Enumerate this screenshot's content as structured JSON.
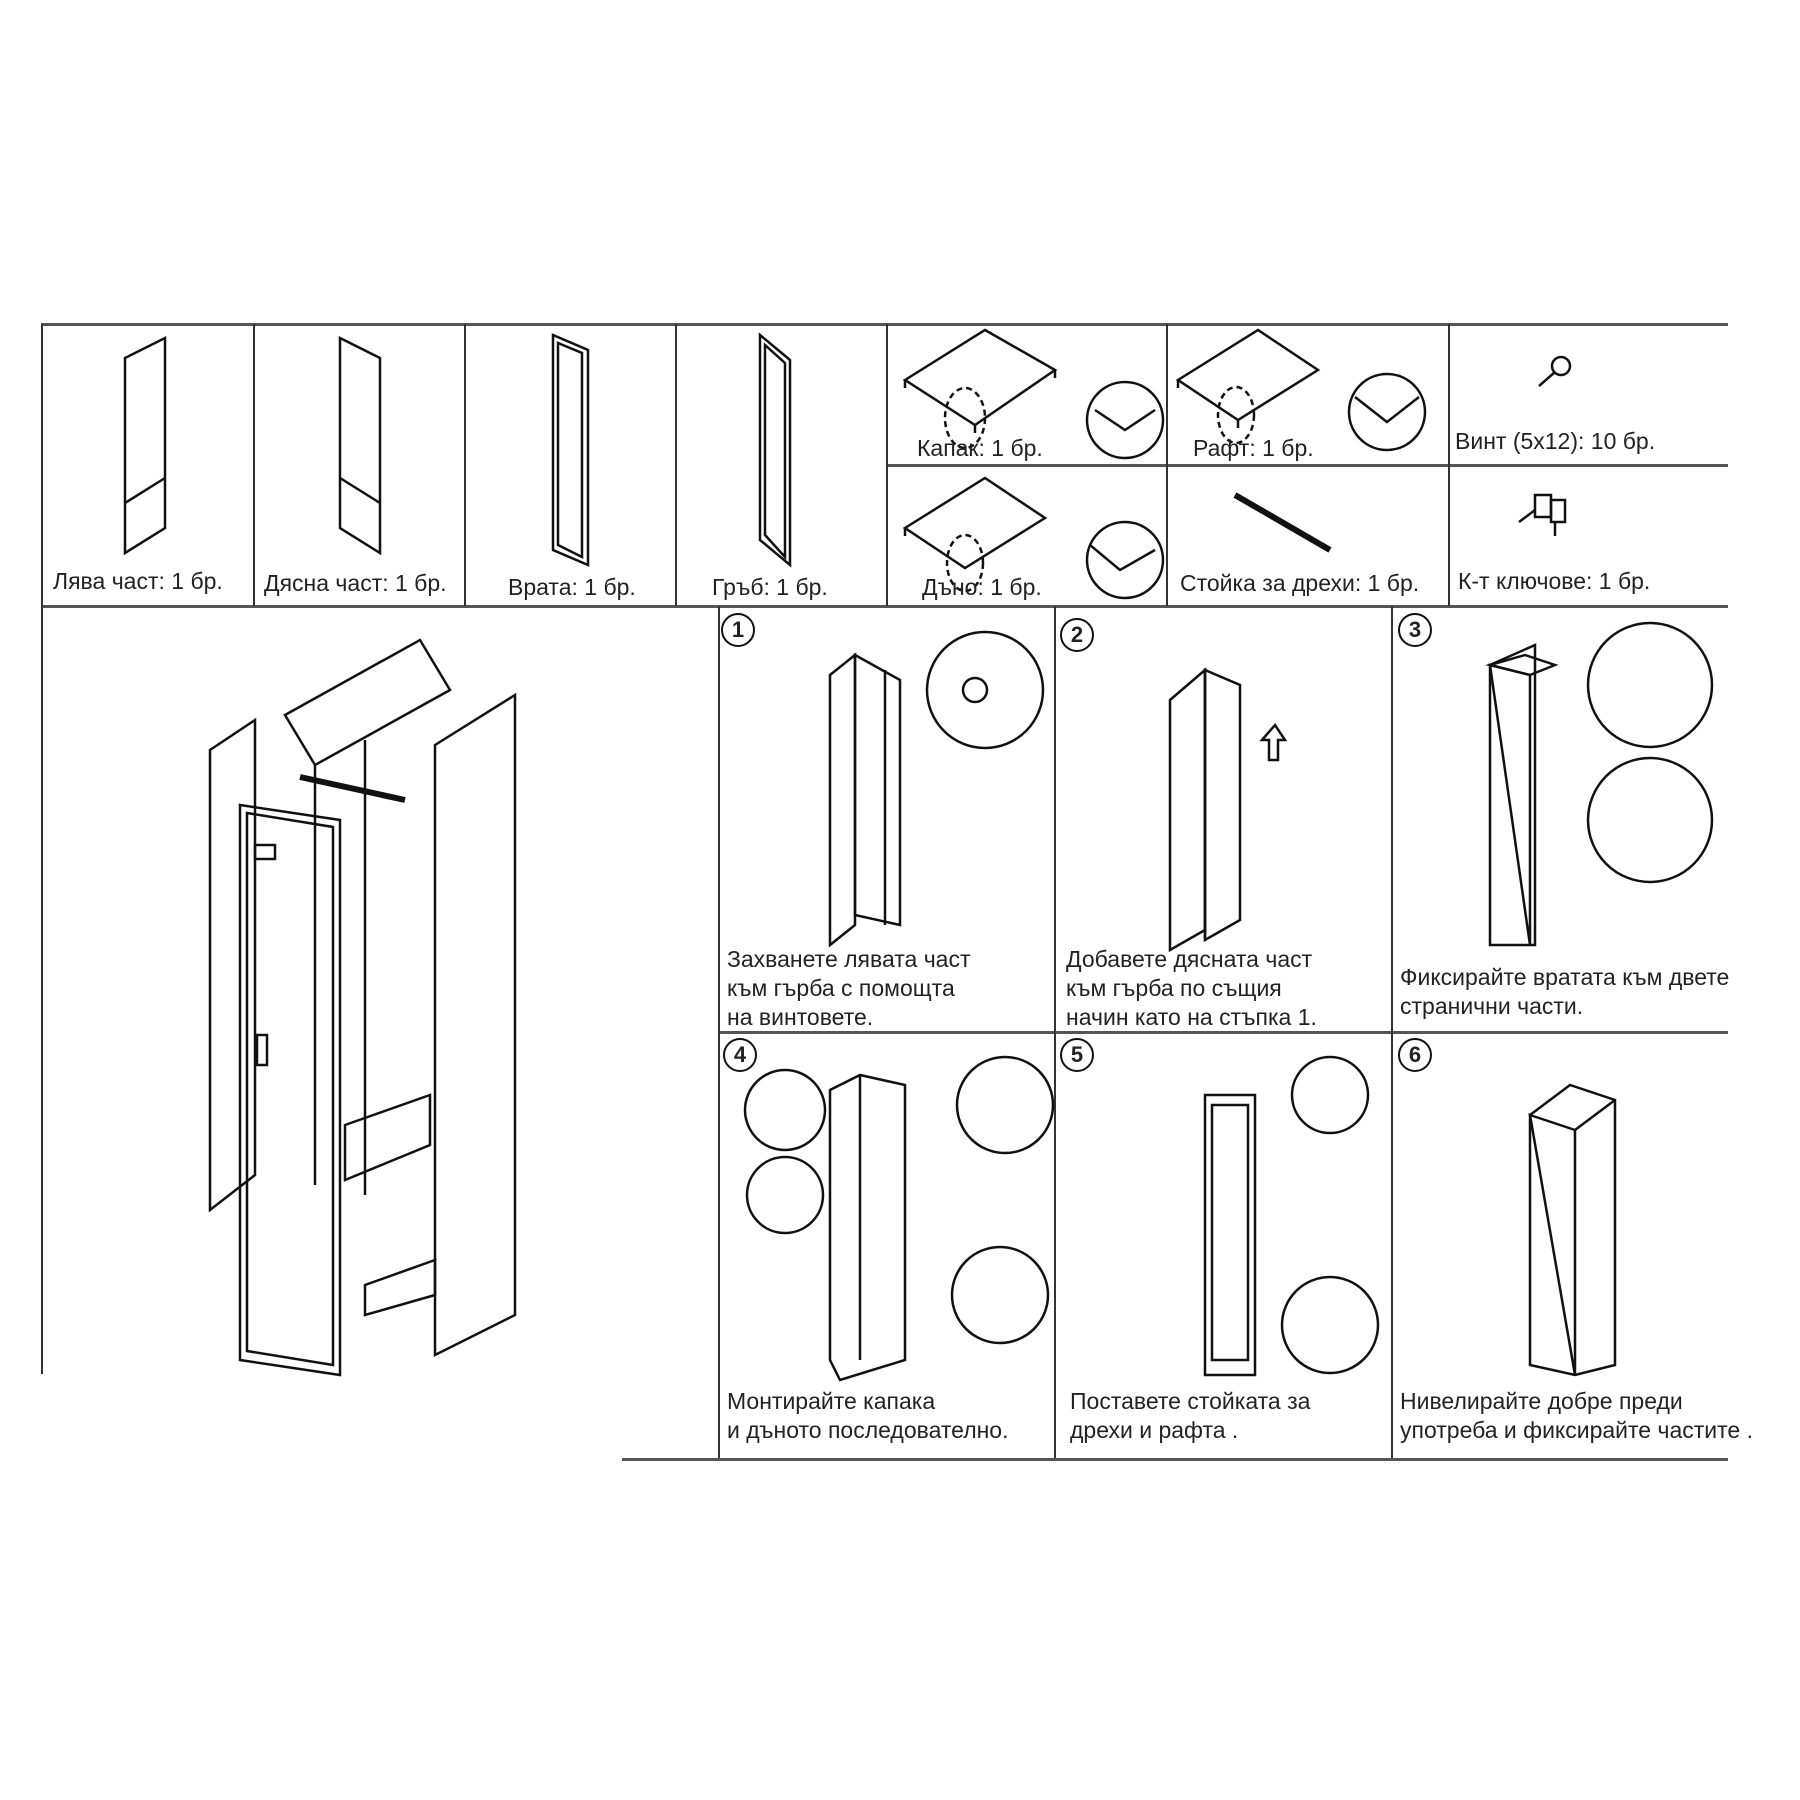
{
  "parts": [
    {
      "label": "Лява част: 1 бр."
    },
    {
      "label": "Дясна част: 1 бр."
    },
    {
      "label": "Врата: 1 бр."
    },
    {
      "label": "Гръб: 1 бр."
    },
    {
      "label": "Капак: 1 бр."
    },
    {
      "label": "Рафт: 1 бр."
    },
    {
      "label": "Винт (5x12): 10 бр."
    },
    {
      "label": "Дъно: 1 бр."
    },
    {
      "label": "Стойка за дрехи: 1 бр."
    },
    {
      "label": "К-т ключове: 1 бр."
    }
  ],
  "steps": [
    {
      "number": "1",
      "lines": [
        "Захванете лявата част",
        "към гърба с помощта",
        "на винтовете."
      ]
    },
    {
      "number": "2",
      "lines": [
        "Добавете дясната част",
        "към гърба по същия",
        "начин като на стъпка 1."
      ]
    },
    {
      "number": "3",
      "lines": [
        "Фиксирайте вратата към двете",
        "странични части."
      ]
    },
    {
      "number": "4",
      "lines": [
        "Монтирайте капака",
        "и дъното последователно."
      ]
    },
    {
      "number": "5",
      "lines": [
        "Поставете стойката за",
        "дрехи и рафта ."
      ]
    },
    {
      "number": "6",
      "lines": [
        "Нивелирайте добре преди",
        "употреба и фиксирайте частите ."
      ]
    }
  ]
}
